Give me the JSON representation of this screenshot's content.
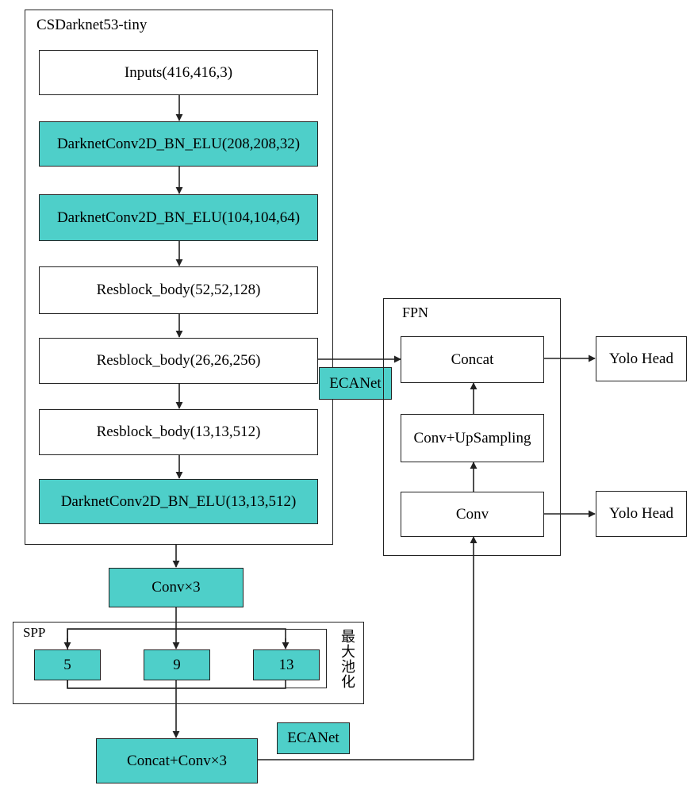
{
  "colors": {
    "accent_fill": "#4ecfc9",
    "plain_fill": "#ffffff",
    "line": "#222222"
  },
  "backbone": {
    "title": "CSDarknet53-tiny",
    "layers": [
      "Inputs(416,416,3)",
      "DarknetConv2D_BN_ELU(208,208,32)",
      "DarknetConv2D_BN_ELU(104,104,64)",
      "Resblock_body(52,52,128)",
      "Resblock_body(26,26,256)",
      "Resblock_body(13,13,512)",
      "DarknetConv2D_BN_ELU(13,13,512)"
    ]
  },
  "neck": {
    "conv3": "Conv×3",
    "spp": {
      "title": "SPP",
      "pool_sizes": [
        "5",
        "9",
        "13"
      ],
      "side_label": "最大池化"
    },
    "concat_conv3": "Concat+Conv×3",
    "ecanet_mid": "ECANet",
    "ecanet_bottom": "ECANet"
  },
  "fpn": {
    "title": "FPN",
    "concat": "Concat",
    "conv_upsampling": "Conv+UpSampling",
    "conv": "Conv"
  },
  "heads": {
    "top": "Yolo Head",
    "bottom": "Yolo Head"
  }
}
